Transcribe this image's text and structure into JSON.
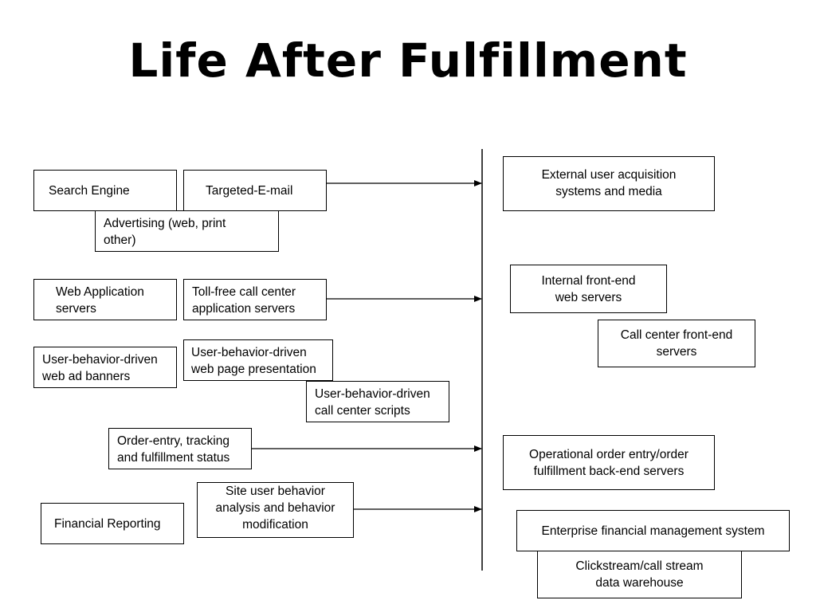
{
  "title": "Life After Fulfillment",
  "left_boxes": {
    "search_engine": "Search Engine",
    "targeted_email": "Targeted-E-mail",
    "advertising": "Advertising (web, print other)",
    "web_app_servers": "Web Application servers",
    "toll_free": "Toll-free call center application servers",
    "ad_banners": "User-behavior-driven web ad banners",
    "page_presentation": "User-behavior-driven web page presentation",
    "call_center_scripts": "User-behavior-driven call center scripts",
    "order_entry": "Order-entry, tracking and fulfillment status",
    "site_user_behavior": "Site user behavior analysis and behavior modification",
    "financial_reporting": "Financial Reporting"
  },
  "right_boxes": {
    "external_acquisition": "External user acquisition systems and media",
    "internal_front_end": "Internal front-end web servers",
    "call_center_front_end": "Call center front-end servers",
    "operational_order": "Operational order entry/order fulfillment back-end servers",
    "enterprise_financial": "Enterprise financial management system",
    "clickstream": "Clickstream/call stream data warehouse"
  }
}
